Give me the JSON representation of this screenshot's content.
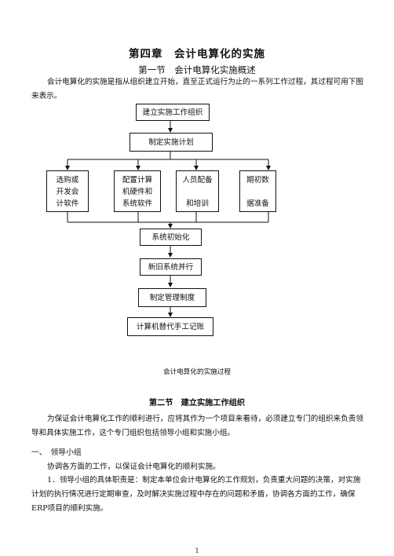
{
  "chapter_title": "第四章　会计电算化的实施",
  "section1_title": "第一节　会计电算化实施概述",
  "intro_paragraph": "会计电算化的实施是指从组织建立开始，直至正式运行为止的一系列工作过程，其过程可用下图来表示。",
  "flow": {
    "step1": "建立实施工作组织",
    "step2": "制定实施计划",
    "parallel": [
      "选购或\n开发会\n计软件",
      "配置计算\n机硬件和\n系统软件",
      "人员配备\n\n和培训",
      "期初数\n\n据准备"
    ],
    "step4": "系统初始化",
    "step5": "新旧系统并行",
    "step6": "制定管理制度",
    "step7": "计算机替代手工记账"
  },
  "figure_caption": "会计电算化的实施过程",
  "section2_title": "第二节　建立实施工作组织",
  "section2_paragraph": "为保证会计电算化工作的顺利进行，应将其作为一个项目来看待，必须建立专门的组织来负责领导和具体实施工作，这个专门组织包括领导小组和实施小组。",
  "heading1": "一、　领导小组",
  "heading1_text": "协调各方面的工作，以保证会计电算化的顺利实施。",
  "item1": "1．领导小组的具体职责是：制定本单位会计电算化的工作规划，负责重大问题的决策，对实施计划的执行情况进行定期审查，及时解决实施过程中存在的问题和矛盾，协调各方面的工作，确保ERP项目的顺利实施。",
  "page_number": "1"
}
